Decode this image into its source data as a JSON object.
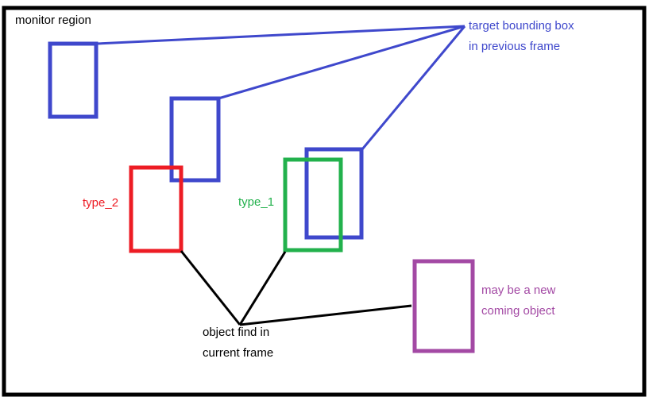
{
  "labels": {
    "monitor_region": "monitor region",
    "target_box_line1": "target bounding box",
    "target_box_line2": "in previous frame",
    "type_2": "type_2",
    "type_1": "type_1",
    "new_object_line1": "may be a new",
    "new_object_line2": "coming object",
    "object_found_line1": "object find in",
    "object_found_line2": "current frame"
  },
  "colors": {
    "border": "#000000",
    "previous_frame_box": "#3f48cc",
    "type_2": "#ed1c24",
    "type_1": "#22b14c",
    "new_object": "#a349a4",
    "connector": "#000000"
  }
}
